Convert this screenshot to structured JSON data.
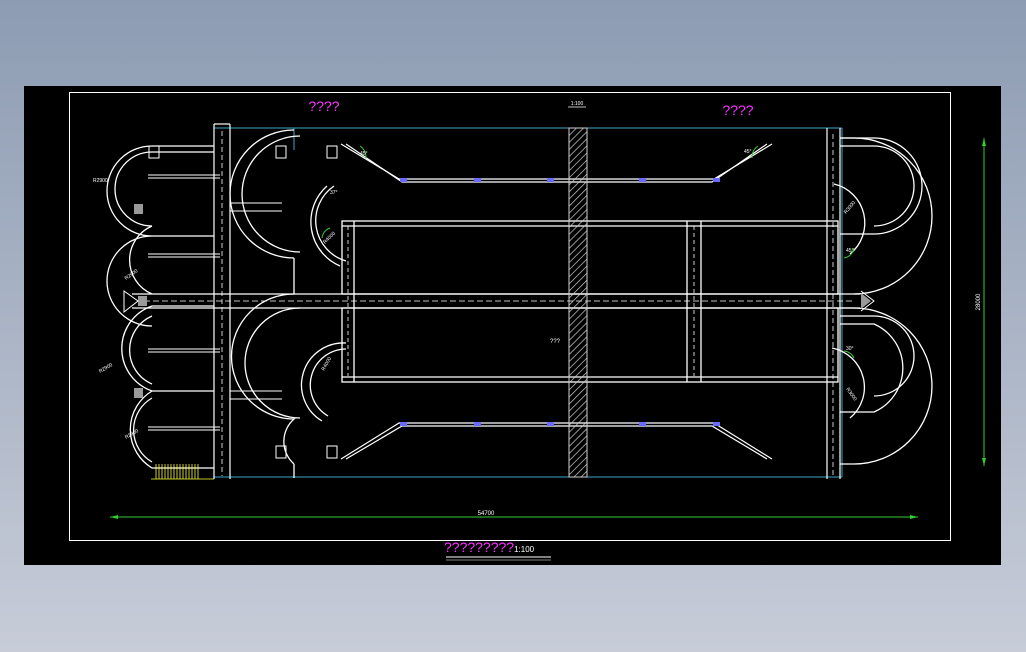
{
  "drawing": {
    "title_left": "????",
    "title_right": "????",
    "scale_mark": "1:100",
    "center_label": "???",
    "length_dim": "54700",
    "height_dim": "28000",
    "bottom_caption": "?????????",
    "bottom_caption_scale": "1:100",
    "annotations": {
      "r_top_left": "R2900",
      "r_mid_left": "R2900",
      "r_lower_left": "R2900",
      "r_bottom_left": "R2900",
      "angle_inner_top": "37°",
      "r_inner_top": "R4000",
      "r_inner_bottom": "R4000",
      "angle_slope_top_left": "45°",
      "angle_slope_top_right": "45°",
      "r_right_top": "R3000",
      "angle_right_top": "45°",
      "angle_right_bottom": "30°",
      "r_right_bottom": "R3000"
    }
  },
  "colors": {
    "background": "#000000",
    "frame": "#ffffff",
    "title": "#ff33ff",
    "dimension": "#33cc33",
    "cyan_line": "#3aa6c9",
    "yellow": "#ffff33",
    "blue_node": "#6a6aff",
    "grey_block": "#9a9a9a"
  }
}
